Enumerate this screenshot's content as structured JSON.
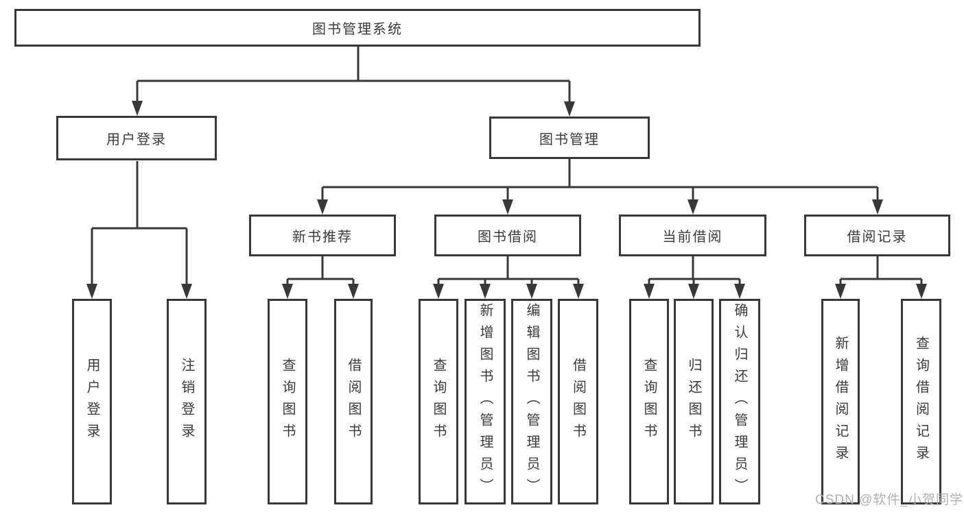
{
  "tree": {
    "root": {
      "label": "图书管理系统"
    },
    "level2": [
      {
        "label": "用户登录"
      },
      {
        "label": "图书管理"
      }
    ],
    "level3": [
      {
        "label": "新书推荐"
      },
      {
        "label": "图书借阅"
      },
      {
        "label": "当前借阅"
      },
      {
        "label": "借阅记录"
      }
    ],
    "leaves": {
      "user_login": [
        "用户登录",
        "注销登录"
      ],
      "new_book": [
        "查询图书",
        "借阅图书"
      ],
      "book_borrow": [
        "查询图书",
        "新增图书（管理员）",
        "编辑图书（管理员）",
        "借阅图书"
      ],
      "current_borrow": [
        "查询图书",
        "归还图书",
        "确认归还（管理员）"
      ],
      "borrow_record": [
        "新增借阅记录",
        "查询借阅记录"
      ]
    }
  },
  "watermark": "CSDN @软件_小贺同学",
  "colors": {
    "line": "#383838",
    "node_border": "#383838",
    "node_text": "#3a3a3a",
    "background": "#ffffff",
    "watermark_text": "#b1aeae"
  }
}
